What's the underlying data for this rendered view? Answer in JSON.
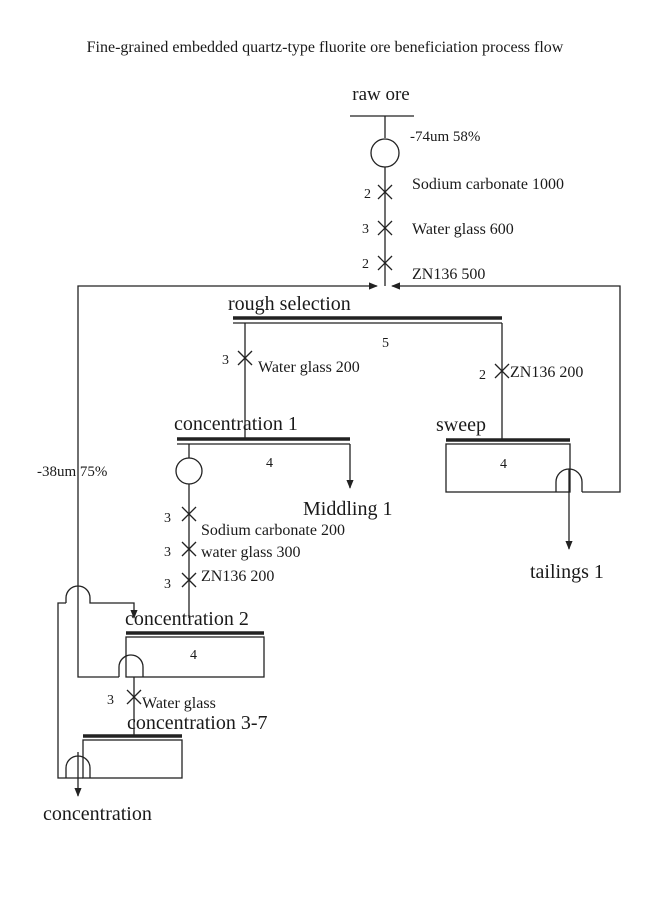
{
  "title": "Fine-grained embedded quartz-type fluorite ore beneficiation process flow",
  "nodes": {
    "raw_ore": "raw ore",
    "rough": "rough selection",
    "conc1": "concentration 1",
    "sweep": "sweep",
    "middling": "Middling 1",
    "tailings": "tailings 1",
    "conc2": "concentration 2",
    "conc37": "concentration 3-7",
    "final": "concentration"
  },
  "cells": {
    "rough": "5",
    "conc1": "4",
    "sweep": "4",
    "conc2": "4"
  },
  "grinding": {
    "g1": "-74um 58%",
    "g2": "-38um 75%"
  },
  "reagents": {
    "r1": {
      "n": "2",
      "t": "Sodium carbonate 1000"
    },
    "r2": {
      "n": "3",
      "t": "Water glass 600"
    },
    "r3": {
      "n": "2",
      "t": "ZN136 500"
    },
    "r4": {
      "n": "3",
      "t": "Water glass 200"
    },
    "r5": {
      "n": "2",
      "t": "ZN136 200"
    },
    "r6": {
      "n": "3",
      "t": "Sodium carbonate 200"
    },
    "r7": {
      "n": "3",
      "t": "water glass 300"
    },
    "r8": {
      "n": "3",
      "t": "ZN136 200"
    },
    "r9": {
      "n": "3",
      "t": "Water glass"
    }
  }
}
